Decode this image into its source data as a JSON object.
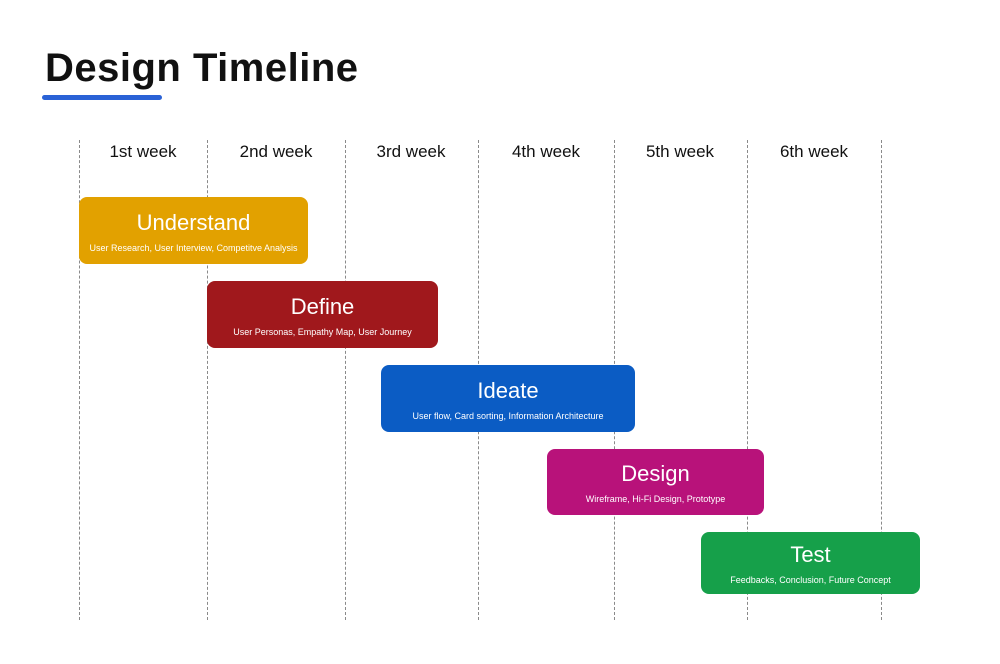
{
  "title": "Design Timeline",
  "colors": {
    "accent": "#2a62d6",
    "understand": "#e2a100",
    "define": "#a0181c",
    "ideate": "#0b5cc4",
    "design": "#b8127a",
    "test": "#16a04a"
  },
  "weeks": [
    "1st week",
    "2nd week",
    "3rd week",
    "4th week",
    "5th week",
    "6th week"
  ],
  "phases": [
    {
      "name": "Understand",
      "activities": "User Research, User Interview, Competitve Analysis"
    },
    {
      "name": "Define",
      "activities": "User Personas, Empathy Map, User Journey"
    },
    {
      "name": "Ideate",
      "activities": "User flow, Card sorting, Information Architecture"
    },
    {
      "name": "Design",
      "activities": "Wireframe, Hi-Fi Design, Prototype"
    },
    {
      "name": "Test",
      "activities": "Feedbacks, Conclusion, Future Concept"
    }
  ]
}
